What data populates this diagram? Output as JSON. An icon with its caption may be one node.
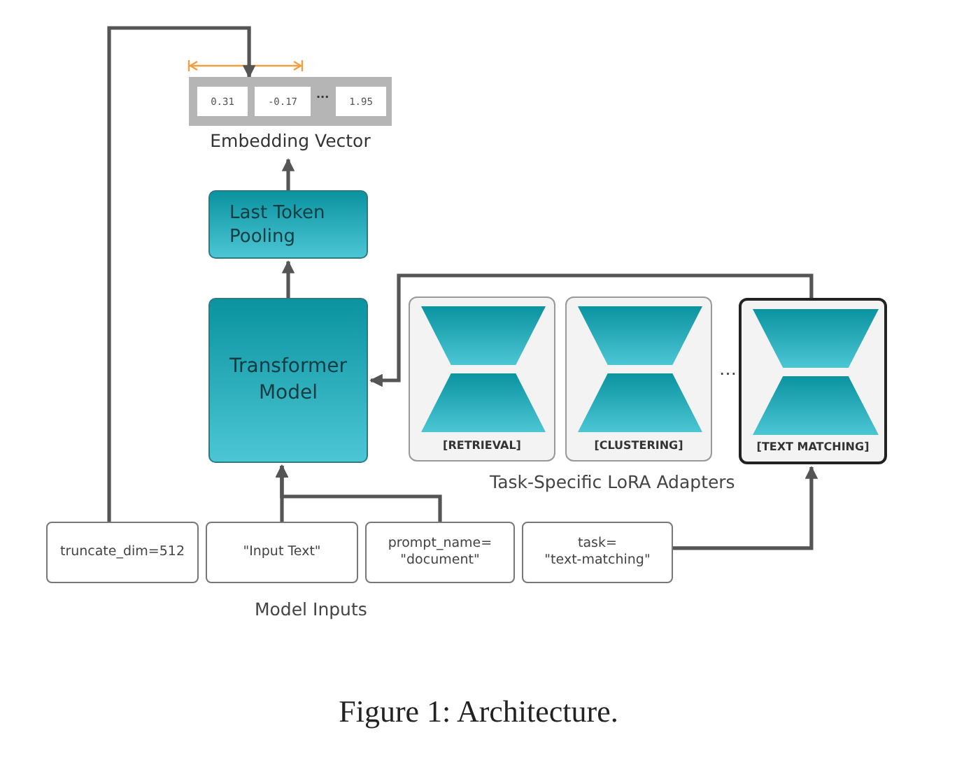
{
  "diagram": {
    "caption": "Figure 1: Architecture.",
    "nodes": [
      {
        "text": [
          "Embedding Vector"
        ]
      },
      {
        "text": [
          "0.31"
        ],
        "in": 0
      },
      {
        "text": [
          "-0.17"
        ],
        "in": 0
      },
      {
        "text": [
          "1.95"
        ],
        "in": 0
      },
      {
        "text": [
          "Last Token Pooling"
        ]
      },
      {
        "text": [
          "Transformer Model"
        ]
      },
      {
        "text": [
          "[RETRIEVAL]"
        ]
      },
      {
        "text": [
          "[CLUSTERING]"
        ]
      },
      {
        "text": [
          "[TEXT MATCHING]"
        ]
      },
      {
        "text": [
          "truncate_dim=512"
        ]
      },
      {
        "text": [
          "\"Input Text\""
        ]
      },
      {
        "text": [
          "prompt_name= \"document\""
        ]
      },
      {
        "text": [
          "task= \"text-matching\""
        ]
      }
    ],
    "edges": [
      {
        "from": 9,
        "to": 0,
        "arrow": "to"
      },
      {
        "from": 4,
        "to": 0,
        "arrow": "to"
      },
      {
        "from": 5,
        "to": 4,
        "arrow": "to"
      },
      {
        "from": 10,
        "to": 5,
        "arrow": "to"
      },
      {
        "from": 11,
        "to": 5,
        "arrow": "to"
      },
      {
        "from": 12,
        "to": 8,
        "arrow": "to"
      },
      {
        "from": 8,
        "to": 5,
        "arrow": "to"
      }
    ],
    "labels": [
      "···",
      "…",
      "Task-Specific LoRA Adapters",
      "Model Inputs"
    ]
  }
}
